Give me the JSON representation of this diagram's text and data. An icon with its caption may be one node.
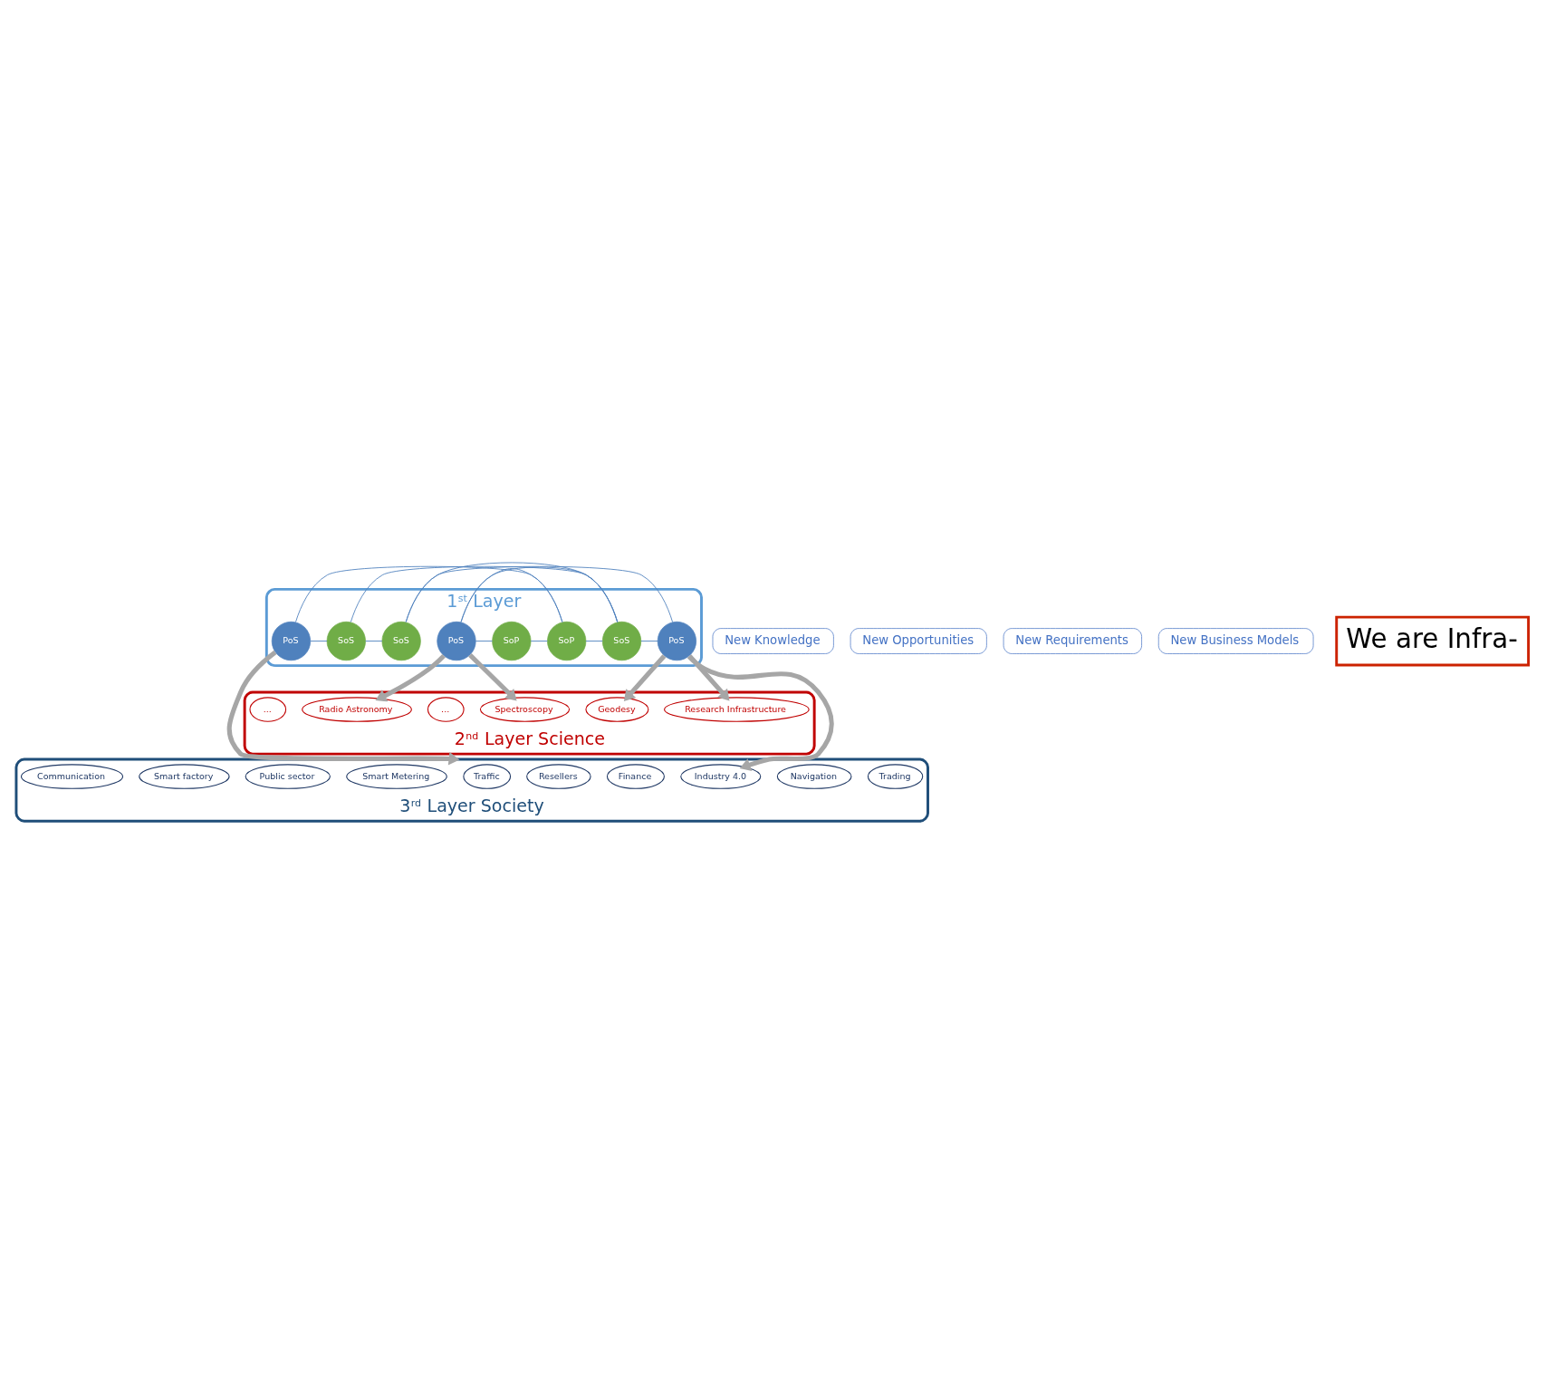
{
  "diagram": {
    "nodes": [
      {
        "text": [
          "1$^{st}$ Layer"
        ]
      },
      {
        "text": [
          "SoS"
        ],
        "in": 0
      },
      {
        "text": [
          "SoS"
        ],
        "in": 0
      },
      {
        "text": [
          "PoS"
        ],
        "in": 0
      },
      {
        "text": [
          "SoP"
        ],
        "in": 0
      },
      {
        "text": [
          "SoP"
        ],
        "in": 0
      },
      {
        "text": [
          "PoS"
        ],
        "in": 0
      },
      {
        "text": [
          "PoS"
        ],
        "in": 0
      },
      {
        "text": [
          "SoS"
        ],
        "in": 0
      },
      {
        "text": [
          "2$^{nd}$ Layer Science"
        ]
      },
      {
        "text": [
          "Research Infrastructure"
        ],
        "in": 9
      },
      {
        "text": [
          "Radio Astronomy"
        ],
        "in": 9
      },
      {
        "text": [
          "Geodesy"
        ],
        "in": 9
      },
      {
        "text": [
          "..."
        ],
        "in": 9
      },
      {
        "text": [
          "Spectroscopy"
        ],
        "in": 9
      },
      {
        "text": [
          "..."
        ],
        "in": 9
      },
      {
        "text": [
          "3$^{rd}$ Layer Society"
        ]
      },
      {
        "text": [
          "Trading"
        ],
        "in": 16
      },
      {
        "text": [
          "Navigation"
        ],
        "in": 16
      },
      {
        "text": [
          "Industry 4.0"
        ],
        "in": 16
      },
      {
        "text": [
          "Finance"
        ],
        "in": 16
      },
      {
        "text": [
          "Resellers"
        ],
        "in": 16
      },
      {
        "text": [
          "Traffic"
        ],
        "in": 16
      },
      {
        "text": [
          "Smart Metering"
        ],
        "in": 16
      },
      {
        "text": [
          "Public sector"
        ],
        "in": 16
      },
      {
        "text": [
          "Smart factory"
        ],
        "in": 16
      },
      {
        "text": [
          "Communication"
        ],
        "in": 16
      },
      {
        "text": [
          "New Knowledge"
        ]
      },
      {
        "text": [
          "New Opportunities"
        ]
      },
      {
        "text": [
          "New Requirements"
        ]
      },
      {
        "text": [
          "New Business Models"
        ]
      }
    ],
    "edges": [
      {
        "from": 1,
        "to": 2,
        "arrow": "none"
      },
      {
        "from": 2,
        "to": 3,
        "arrow": "none"
      },
      {
        "from": 3,
        "to": 4,
        "arrow": "none"
      },
      {
        "from": 2,
        "to": 8,
        "arrow": "none"
      },
      {
        "from": 1,
        "to": 8,
        "arrow": "none"
      },
      {
        "from": 1,
        "to": 7,
        "arrow": "none"
      },
      {
        "from": 7,
        "to": 8,
        "arrow": "none"
      },
      {
        "from": 8,
        "to": 4,
        "arrow": "none"
      },
      {
        "from": 8,
        "to": 6,
        "arrow": "none"
      },
      {
        "from": 4,
        "to": 6,
        "arrow": "none"
      },
      {
        "from": 4,
        "to": 5,
        "arrow": "none"
      },
      {
        "from": 6,
        "to": 5,
        "arrow": "none"
      },
      {
        "from": 7,
        "to": 12,
        "arrow": "to",
        "style": "thick",
        "color": "#a6a6a6"
      },
      {
        "from": 7,
        "to": 10,
        "arrow": "to",
        "style": "thick",
        "color": "#a6a6a6"
      },
      {
        "from": 7,
        "to": 19,
        "arrow": "to",
        "style": "thick",
        "color": "#a6a6a6"
      },
      {
        "from": 3,
        "to": 16,
        "arrow": "to",
        "style": "thick",
        "color": "#a6a6a6"
      },
      {
        "from": 6,
        "to": 11,
        "arrow": "to",
        "style": "thick",
        "color": "#a6a6a6"
      },
      {
        "from": 6,
        "to": 14,
        "arrow": "to",
        "style": "thick",
        "color": "#a6a6a6"
      }
    ],
    "labels": [
      "We are Infra-"
    ]
  }
}
